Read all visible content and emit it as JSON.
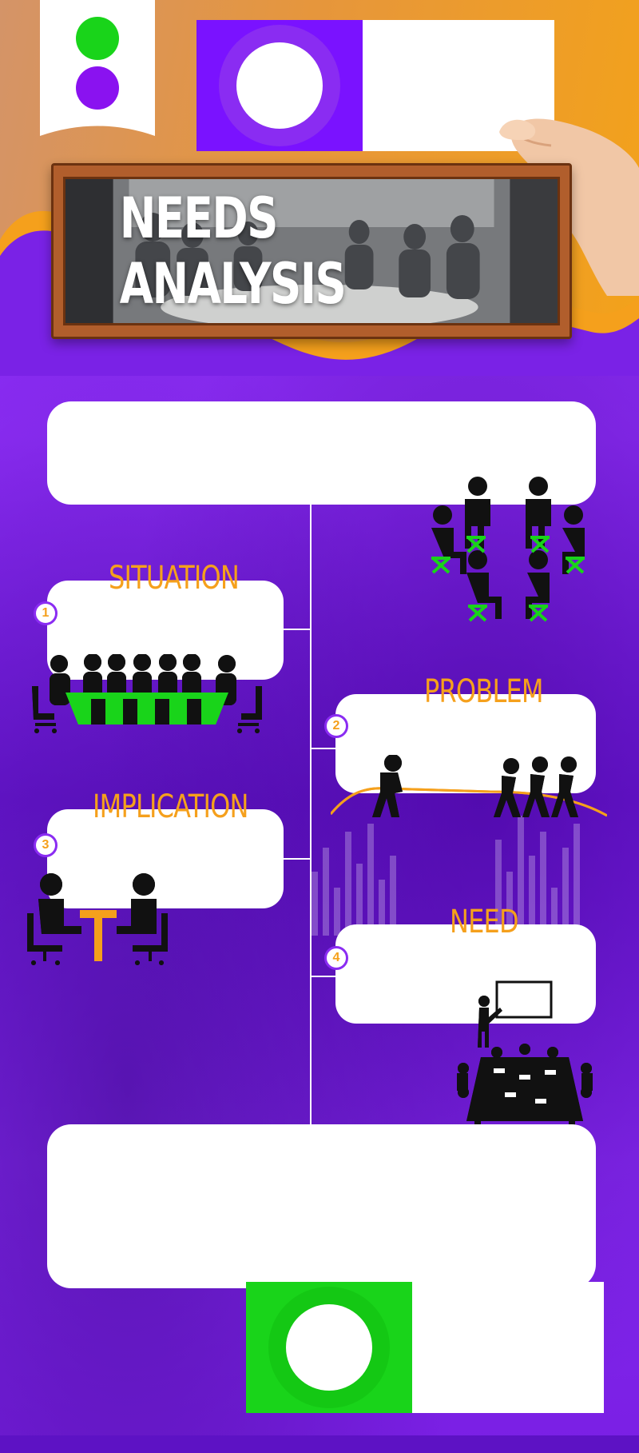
{
  "title": "NEEDS ANALYSIS",
  "colors": {
    "purple": "#8a2cf2",
    "orange": "#f5a01c",
    "green": "#19d41a",
    "white": "#ffffff",
    "frame": "#b15e2c"
  },
  "steps": [
    {
      "number": "1",
      "label": "SITUATION"
    },
    {
      "number": "2",
      "label": "PROBLEM"
    },
    {
      "number": "3",
      "label": "IMPLICATION"
    },
    {
      "number": "4",
      "label": "NEED"
    }
  ],
  "icons": {
    "bookmark": "bookmark-tab-icon",
    "step1": "meeting-table-icon",
    "step2": "tug-of-war-icon",
    "step3": "interview-icon",
    "step4": "presentation-icon",
    "group": "group-circle-icon"
  }
}
